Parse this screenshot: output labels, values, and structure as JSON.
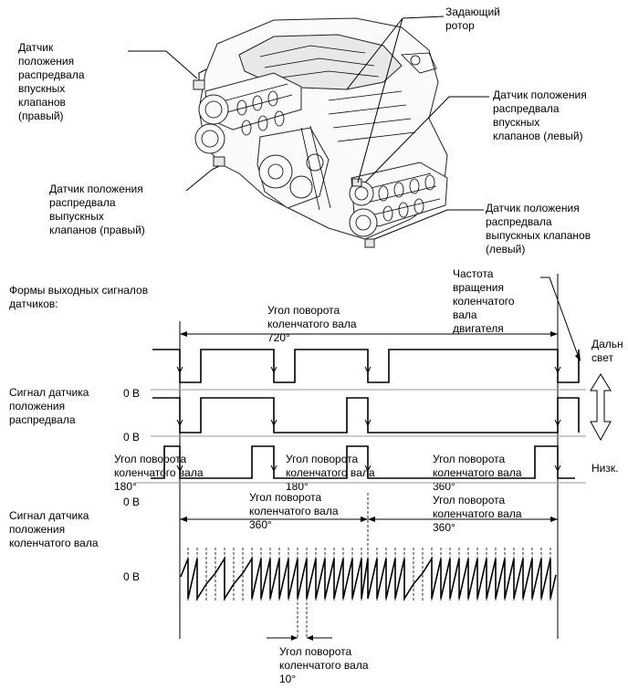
{
  "labels": {
    "rotor": [
      "Задающий",
      "ротор"
    ],
    "intake_right": [
      "Датчик",
      "положения",
      "распредвала",
      "впускных",
      "клапанов",
      "(правый)"
    ],
    "intake_left": [
      "Датчик положения",
      "распредвала",
      "впускных",
      "клапанов (левый)"
    ],
    "exhaust_right": [
      "Датчик положения",
      "распредвала",
      "выпускных",
      "клапанов (правый)"
    ],
    "exhaust_left": [
      "Датчик положения",
      "распредвала",
      "выпускных клапанов",
      "(левый)"
    ],
    "waveforms_title": [
      "Формы выходных сигналов",
      "датчиков:"
    ],
    "engine_speed": [
      "Частота",
      "вращения",
      "коленчатого",
      "вала",
      "двигателя"
    ],
    "high": [
      "Дальн",
      "свет"
    ],
    "low": "Низк.",
    "cam_signal": [
      "Сигнал датчика",
      "положения",
      "распредвала"
    ],
    "crank_signal": [
      "Сигнал датчика",
      "положения",
      "коленчатого вала"
    ],
    "zero_v_1": "0 В",
    "zero_v_2": "0 В",
    "zero_v_3": "0 В",
    "zero_v_4": "0 В",
    "angle_720": [
      "Угол поворота",
      "коленчатого вала",
      "720°"
    ],
    "angle_180_left": [
      "Угол поворота",
      "коленчатого вала",
      "180°"
    ],
    "angle_180_mid": [
      "Угол поворота",
      "коленчатого вала",
      "180°"
    ],
    "angle_360_top": [
      "Угол поворота",
      "коленчатого вала",
      "360°"
    ],
    "angle_360_left": [
      "Угол поворота",
      "коленчатого вала",
      "360°"
    ],
    "angle_360_right": [
      "Угол поворота",
      "коленчатого вала",
      "360°"
    ],
    "angle_10": [
      "Угол поворота",
      "коленчатого вала",
      "10°"
    ]
  }
}
